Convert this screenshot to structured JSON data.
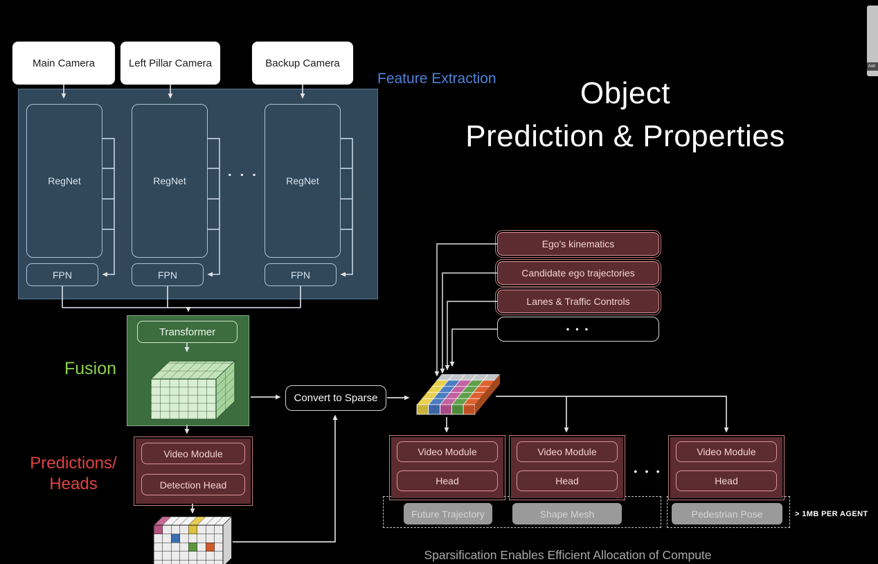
{
  "slide": {
    "title_line1": "Object",
    "title_line2": "Prediction & Properties",
    "caption": "Sparsification Enables Efficient Allocation of Compute",
    "background": "#000000"
  },
  "cameras": [
    {
      "label": "Main Camera"
    },
    {
      "label": "Left Pillar Camera"
    },
    {
      "label": "Backup Camera"
    }
  ],
  "feature_extraction": {
    "label": "Feature Extraction",
    "color": "#4f83d9",
    "panel_color": "#31475a",
    "regnet": "RegNet",
    "fpn": "FPN",
    "ellipsis": "▪ ▪ ▪"
  },
  "fusion": {
    "label": "Fusion",
    "color": "#8fd14f",
    "panel_color": "#3b6d3e",
    "transformer": "Transformer"
  },
  "sparse": {
    "convert_label": "Convert to Sparse"
  },
  "context_inputs": [
    {
      "label": "Ego's kinematics"
    },
    {
      "label": "Candidate ego trajectories"
    },
    {
      "label": "Lanes & Traffic Controls"
    },
    {
      "label": "• • •"
    }
  ],
  "predictions": {
    "label_line1": "Predictions/",
    "label_line2": "Heads",
    "color": "#e04343",
    "video_module": "Video Module",
    "detection_head": "Detection Head"
  },
  "agent_stacks": {
    "video_module": "Video Module",
    "head": "Head",
    "ellipsis": "• • •"
  },
  "outputs": [
    {
      "label": "Future Trajectory"
    },
    {
      "label": "Shape Mesh"
    },
    {
      "label": "Pedestrian Pose"
    }
  ],
  "notes": {
    "per_agent": "> 1MB PER AGENT"
  },
  "overlay": {
    "participant": "Ash"
  }
}
